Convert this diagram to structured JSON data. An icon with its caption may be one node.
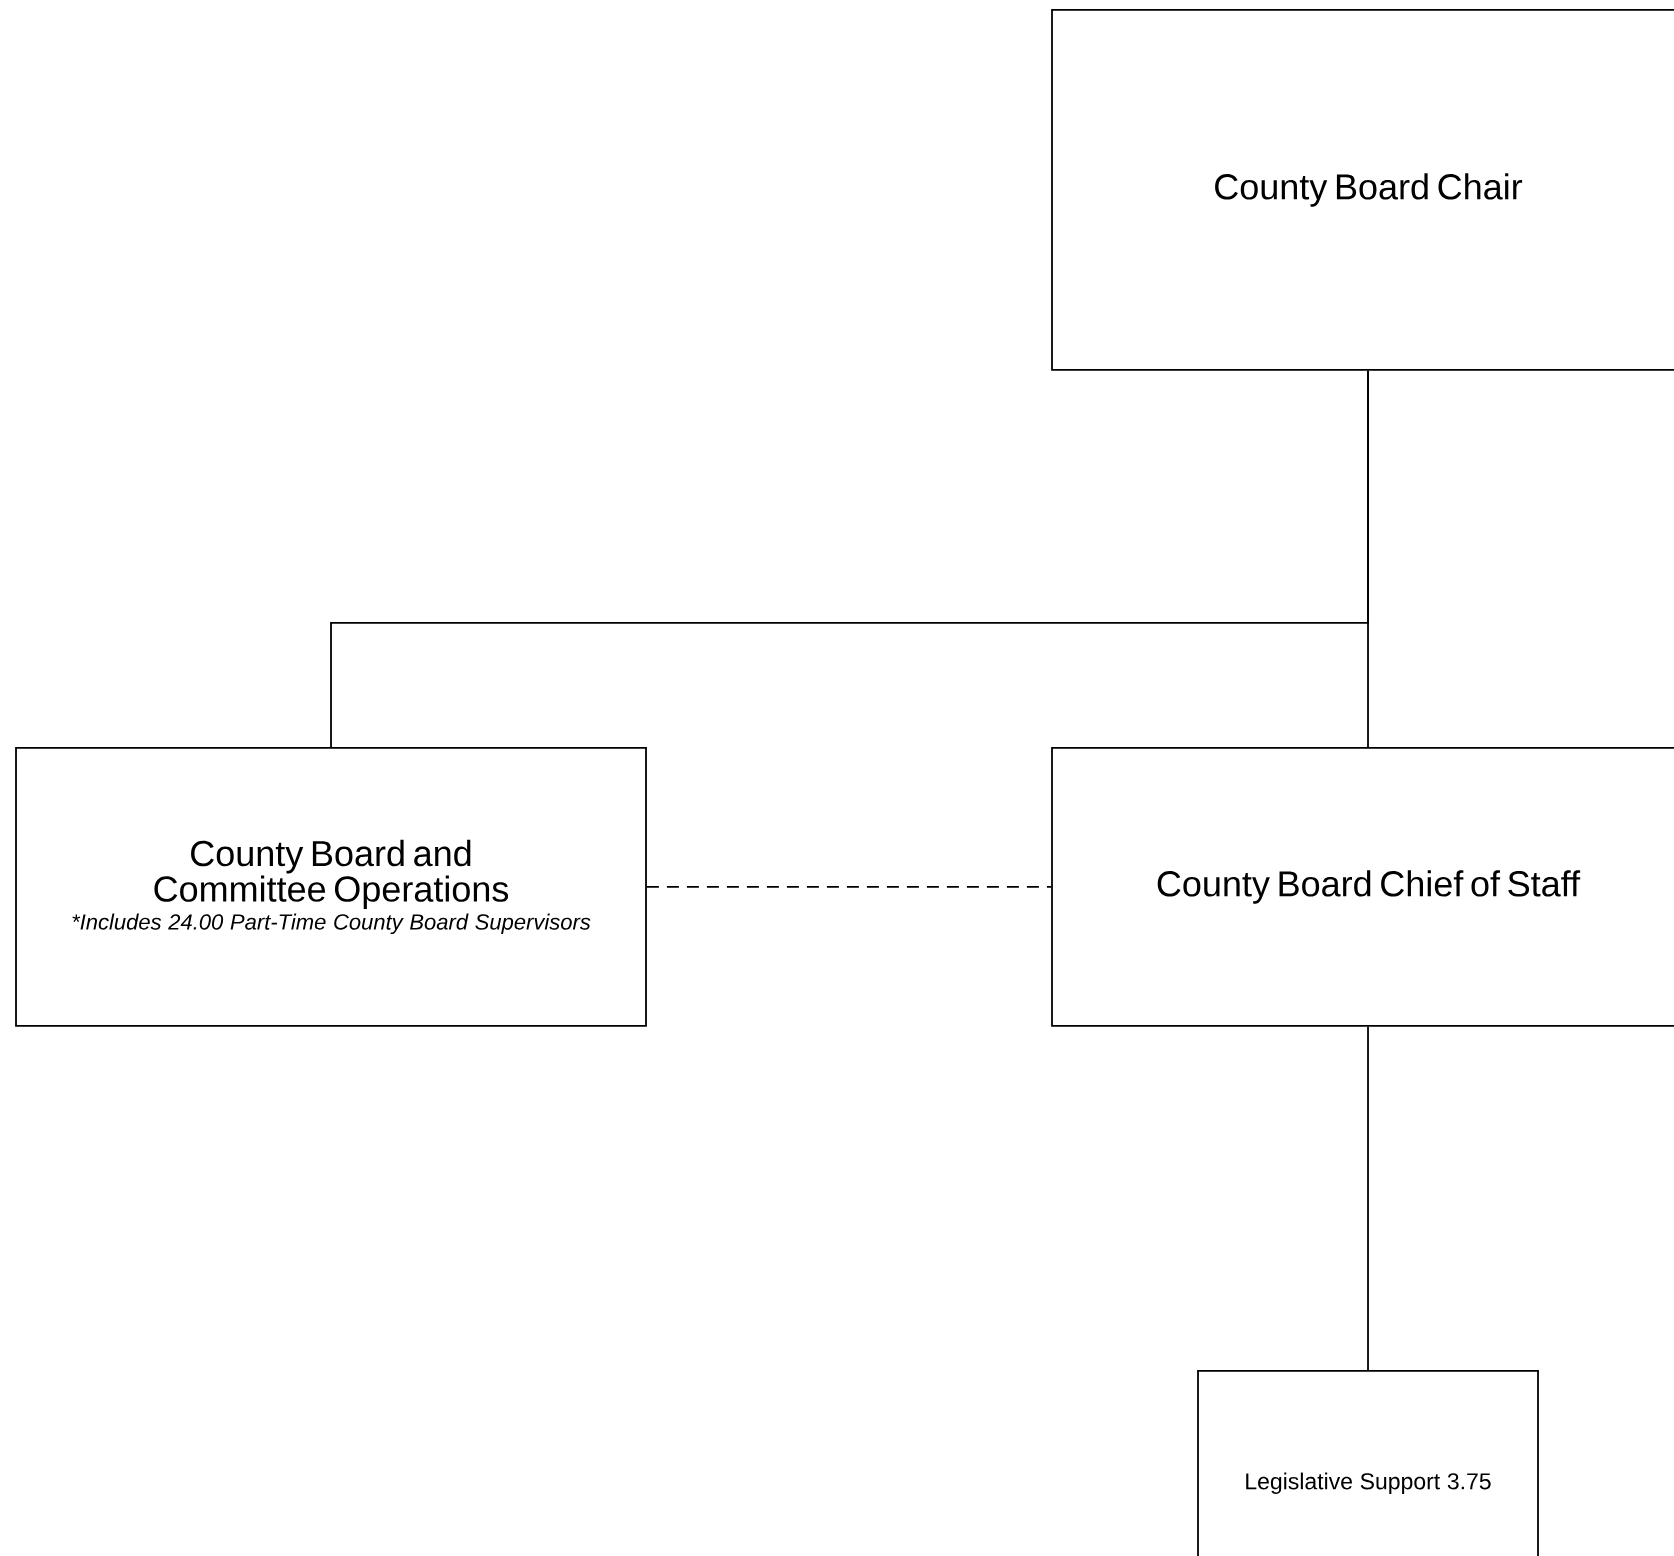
{
  "diagram": {
    "nodes": [
      {
        "text": [
          "County Board Chair"
        ]
      },
      {
        "text": [
          "County Board and Committee Operations",
          "*Includes 24.00 Part-Time County Board Supervisors"
        ]
      },
      {
        "text": [
          "County Board Chief of Staff"
        ]
      },
      {
        "text": [
          "Legislative Support 3.75"
        ]
      }
    ],
    "edges": [
      {
        "from": 0,
        "to": 1,
        "arrow": "none"
      },
      {
        "from": 0,
        "to": 2,
        "arrow": "none"
      },
      {
        "from": 1,
        "to": 2,
        "arrow": "none",
        "style": "dashed"
      },
      {
        "from": 2,
        "to": 3,
        "arrow": "none"
      }
    ]
  }
}
